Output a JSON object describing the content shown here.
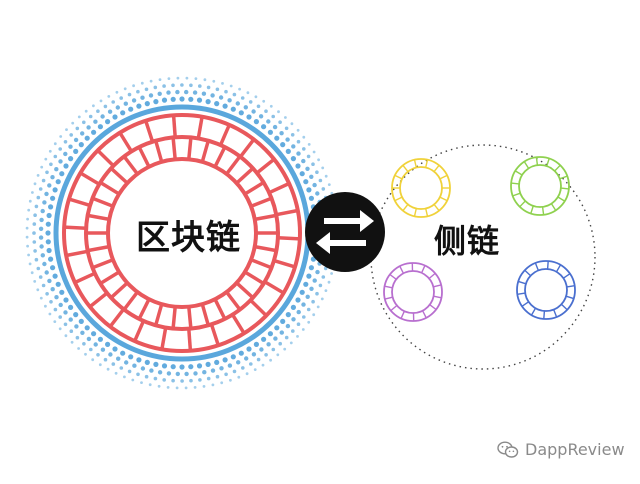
{
  "main_node": {
    "label": "区块链"
  },
  "side_node": {
    "label": "侧链"
  },
  "exchange_icon": "bidirectional-arrows-icon",
  "watermark": {
    "icon": "wechat-icon",
    "text": "DappReview"
  },
  "colors": {
    "main_ring": "#e8585c",
    "outer_ring": "#5aa7dc",
    "dots": "#5aa7dc",
    "side_rings": [
      "#f0d23a",
      "#8fd14f",
      "#b86fcf",
      "#4a6fcf"
    ],
    "badge": "#111111",
    "side_outline": "#444444"
  }
}
